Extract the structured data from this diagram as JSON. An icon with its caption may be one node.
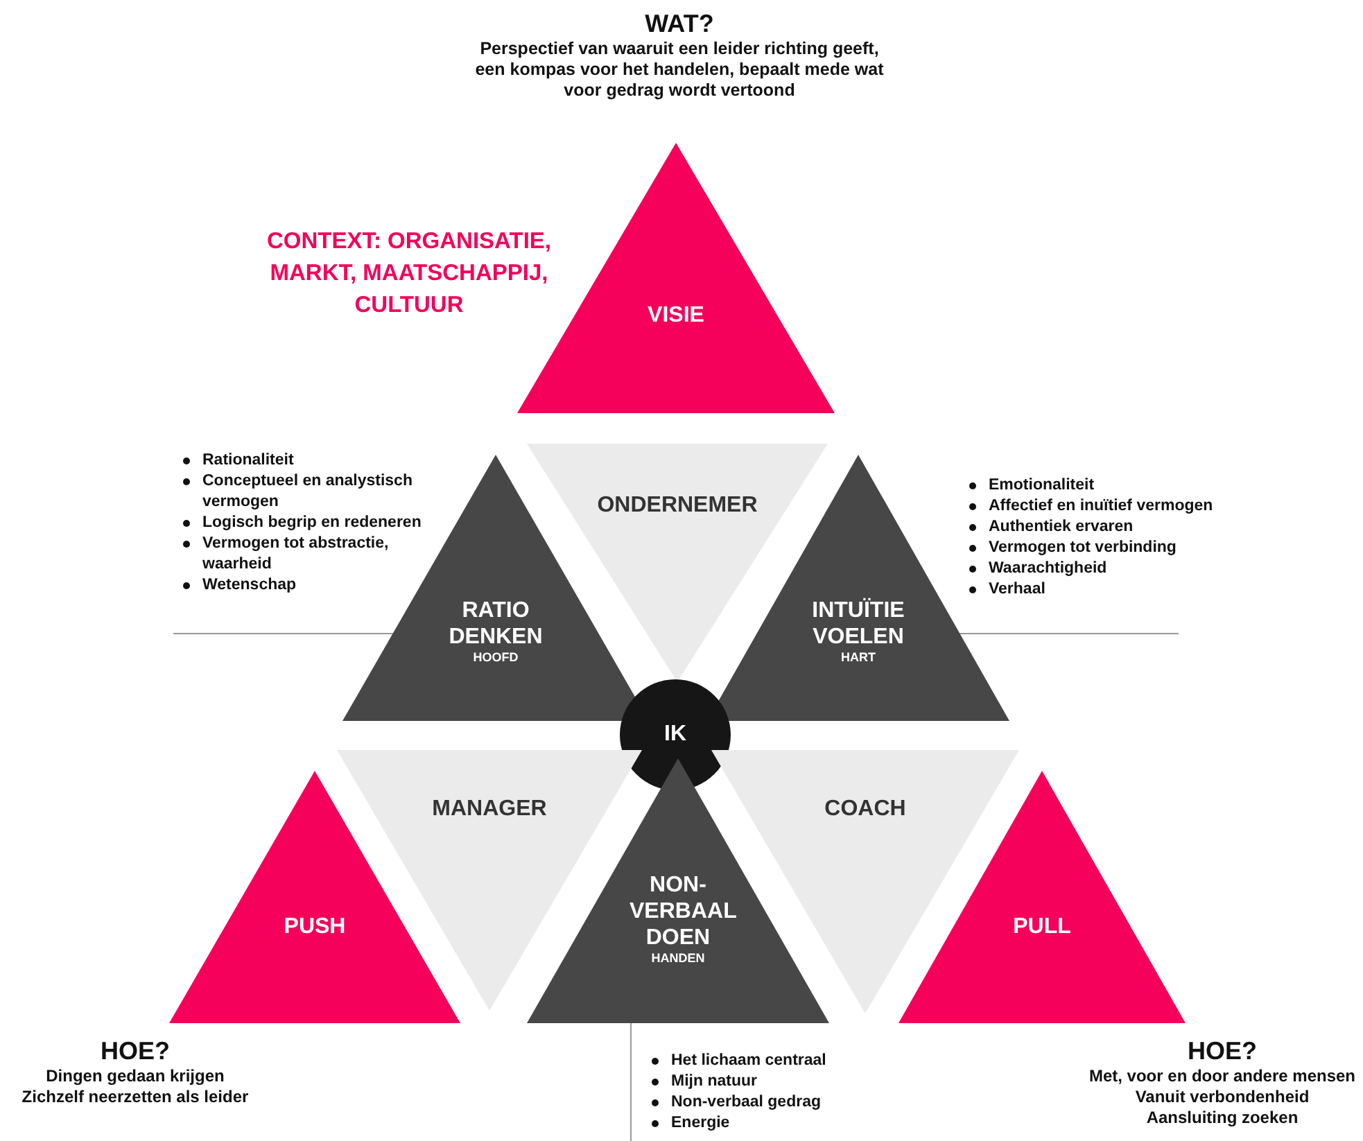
{
  "diagram": {
    "nodes": [
      {
        "text": [
          "VISIE"
        ]
      },
      {
        "text": [
          "ONDERNEMER"
        ]
      },
      {
        "text": [
          "RATIO DENKEN",
          "HOOFD"
        ]
      },
      {
        "text": [
          "INTUÏTIE VOELEN",
          "HART"
        ]
      },
      {
        "text": [
          "IK"
        ]
      },
      {
        "text": [
          "PUSH"
        ]
      },
      {
        "text": [
          "MANAGER"
        ]
      },
      {
        "text": [
          "NON-VERBAAL DOEN",
          "HANDEN"
        ]
      },
      {
        "text": [
          "COACH"
        ]
      },
      {
        "text": [
          "PULL"
        ]
      }
    ],
    "labels": [
      "WAT?",
      "Perspectief van waaruit een leider richting geeft, een kompas voor het handelen, bepaalt mede wat voor gedrag wordt vertoond",
      "CONTEXT: ORGANISATIE, MARKT, MAATSCHAPPIJ, CULTUUR",
      "Rationaliteit",
      "Conceptueel en analystisch vermogen",
      "Logisch begrip en redeneren",
      "Vermogen tot abstractie, waarheid",
      "Wetenschap",
      "Emotionaliteit",
      "Affectief en inuïtief vermogen",
      "Authentiek ervaren",
      "Vermogen tot verbinding",
      "Waarachtigheid",
      "Verhaal",
      "HOE?",
      "Dingen gedaan krijgen",
      "Zichzelf neerzetten als leider",
      "Het lichaam centraal",
      "Mijn natuur",
      "Non-verbaal gedrag",
      "Energie",
      "HOE?",
      "Met, voor en door andere mensen",
      "Vanuit verbondenheid",
      "Aansluiting zoeken"
    ]
  }
}
